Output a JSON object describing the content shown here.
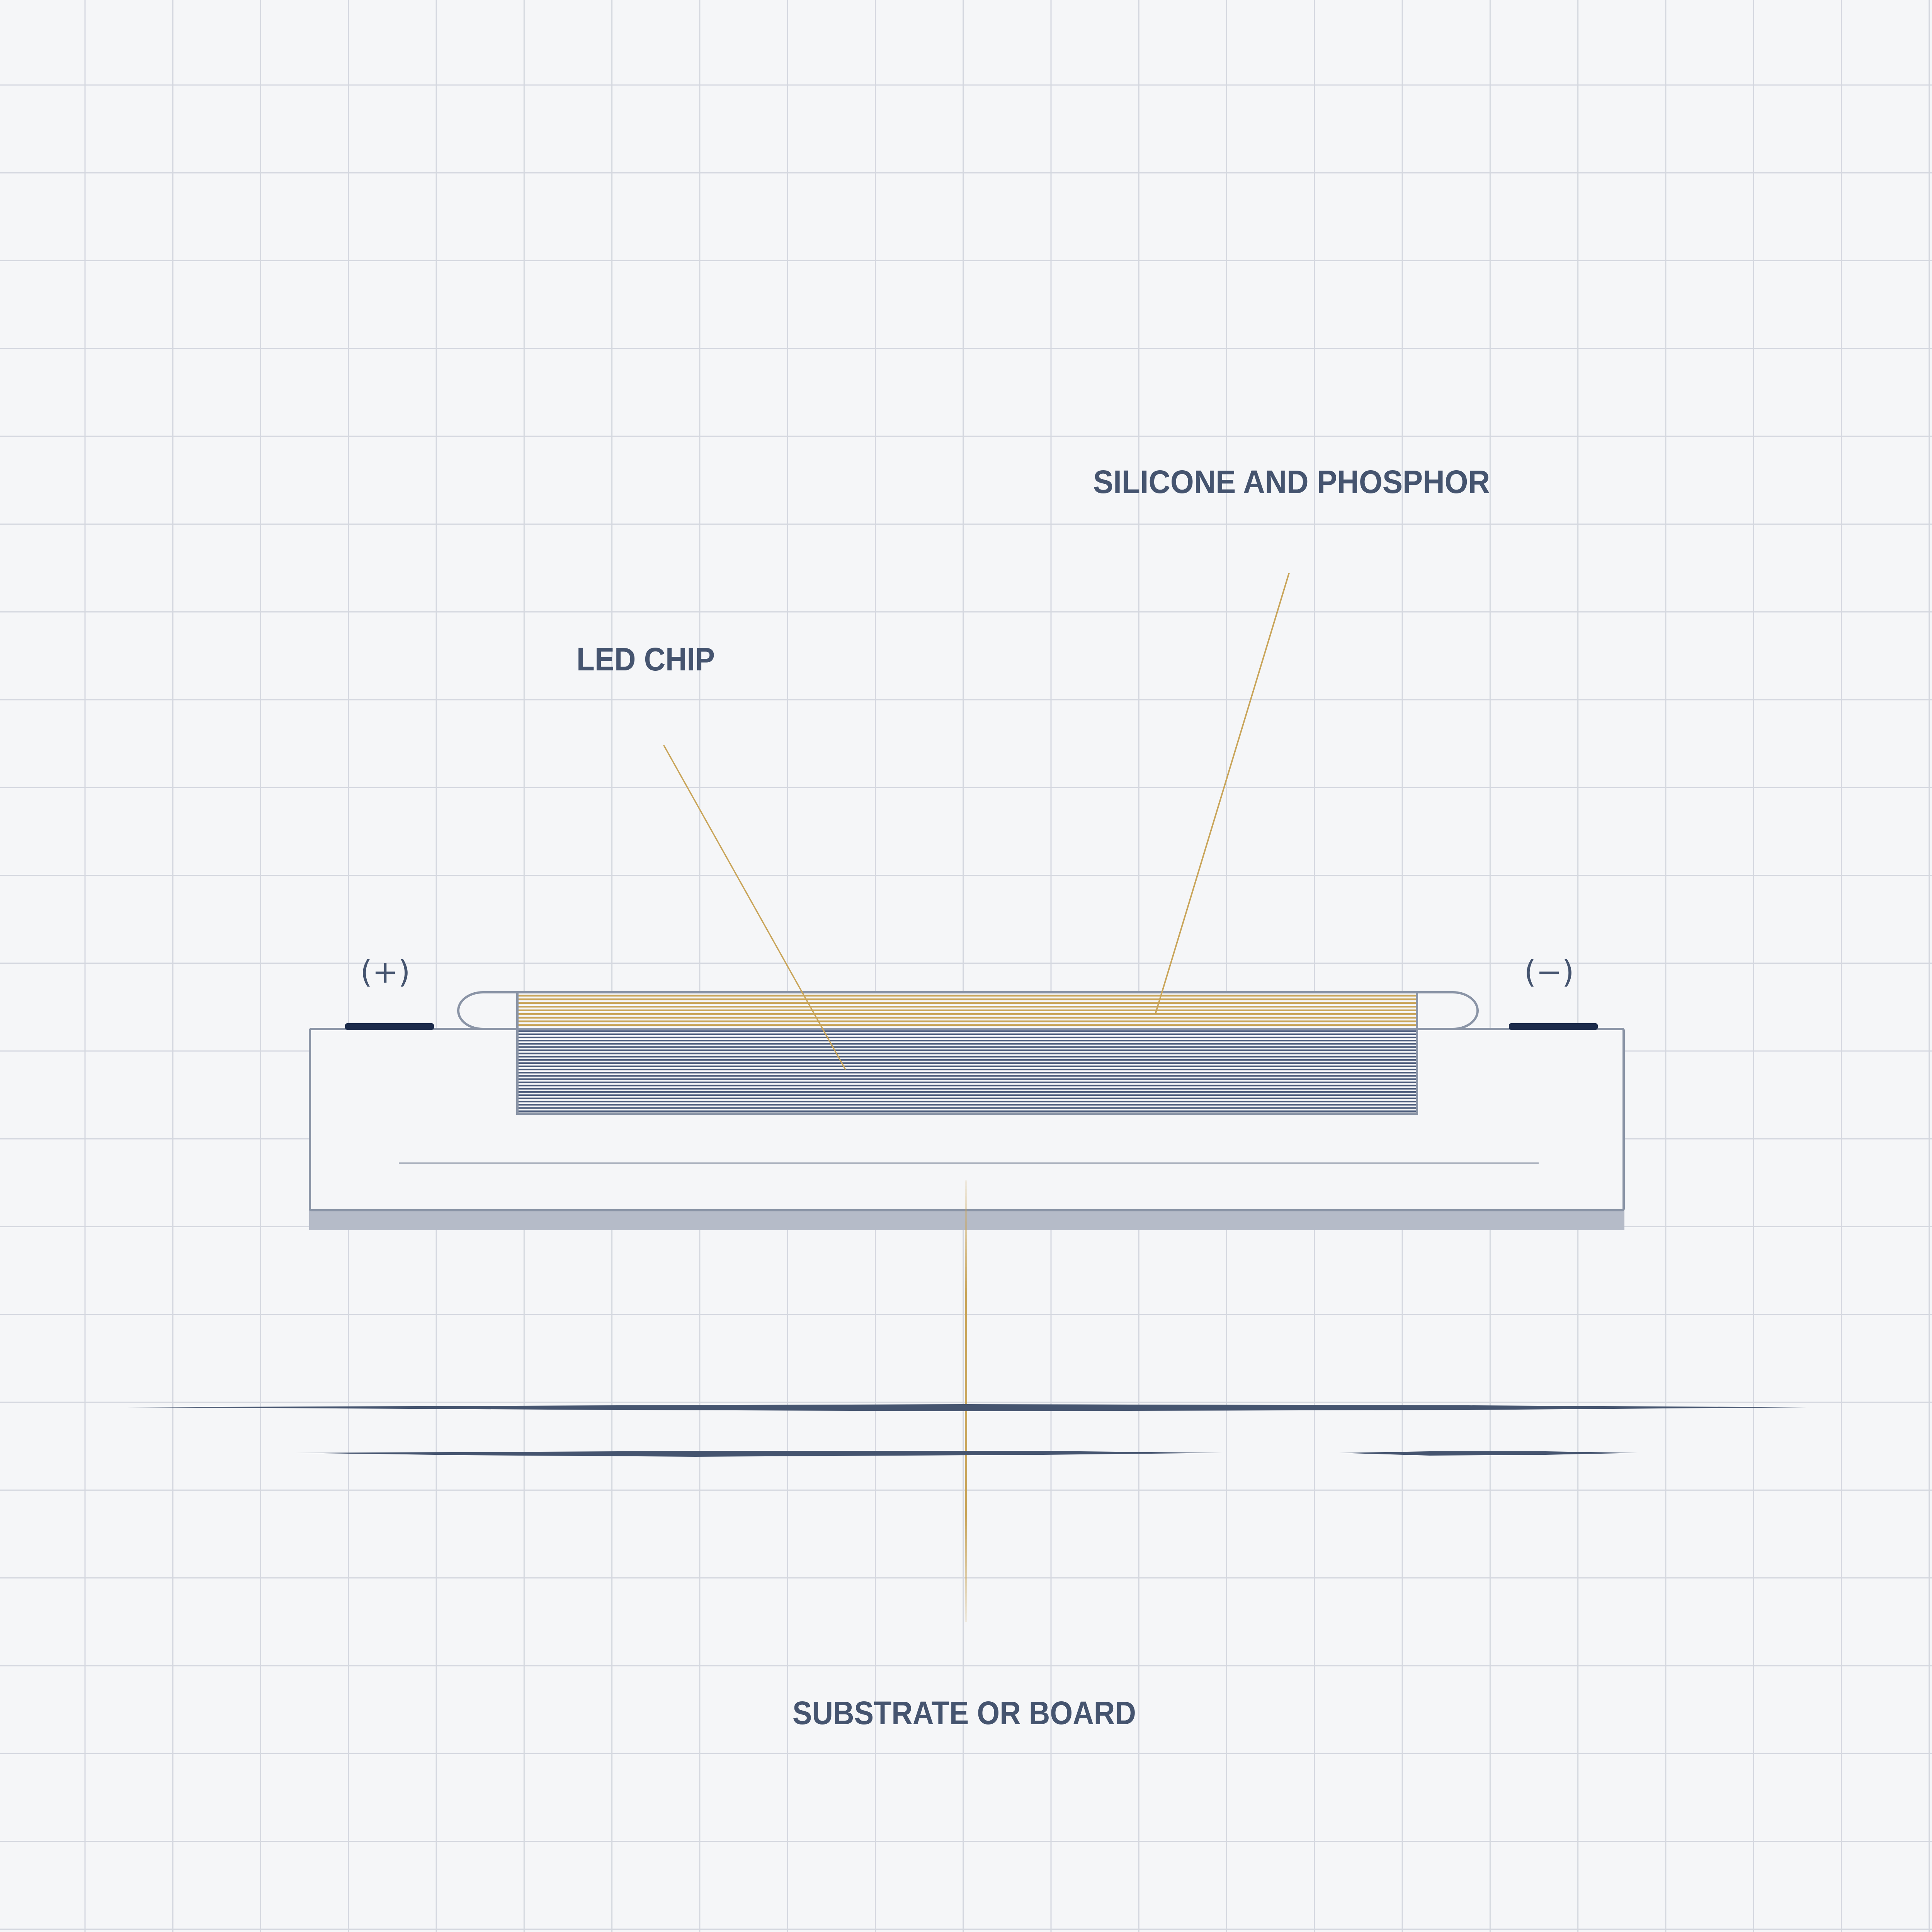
{
  "diagram": {
    "labels": {
      "silicone": "SILICONE AND PHOSPHOR",
      "chip": "LED CHIP",
      "substrate": "SUBSTRATE OR BOARD"
    },
    "terminals": {
      "positive": "(+)",
      "negative": "(−)"
    }
  },
  "colors": {
    "background": "#f5f6f8",
    "grid": "#d4d7df",
    "outline": "#8a94a6",
    "chip": "#4a5a7a",
    "phosphor": "#c9a55a",
    "pad": "#1b2a4a",
    "shadow": "#b5bbc8",
    "text": "#45546f",
    "leader": "#c9a55a"
  }
}
